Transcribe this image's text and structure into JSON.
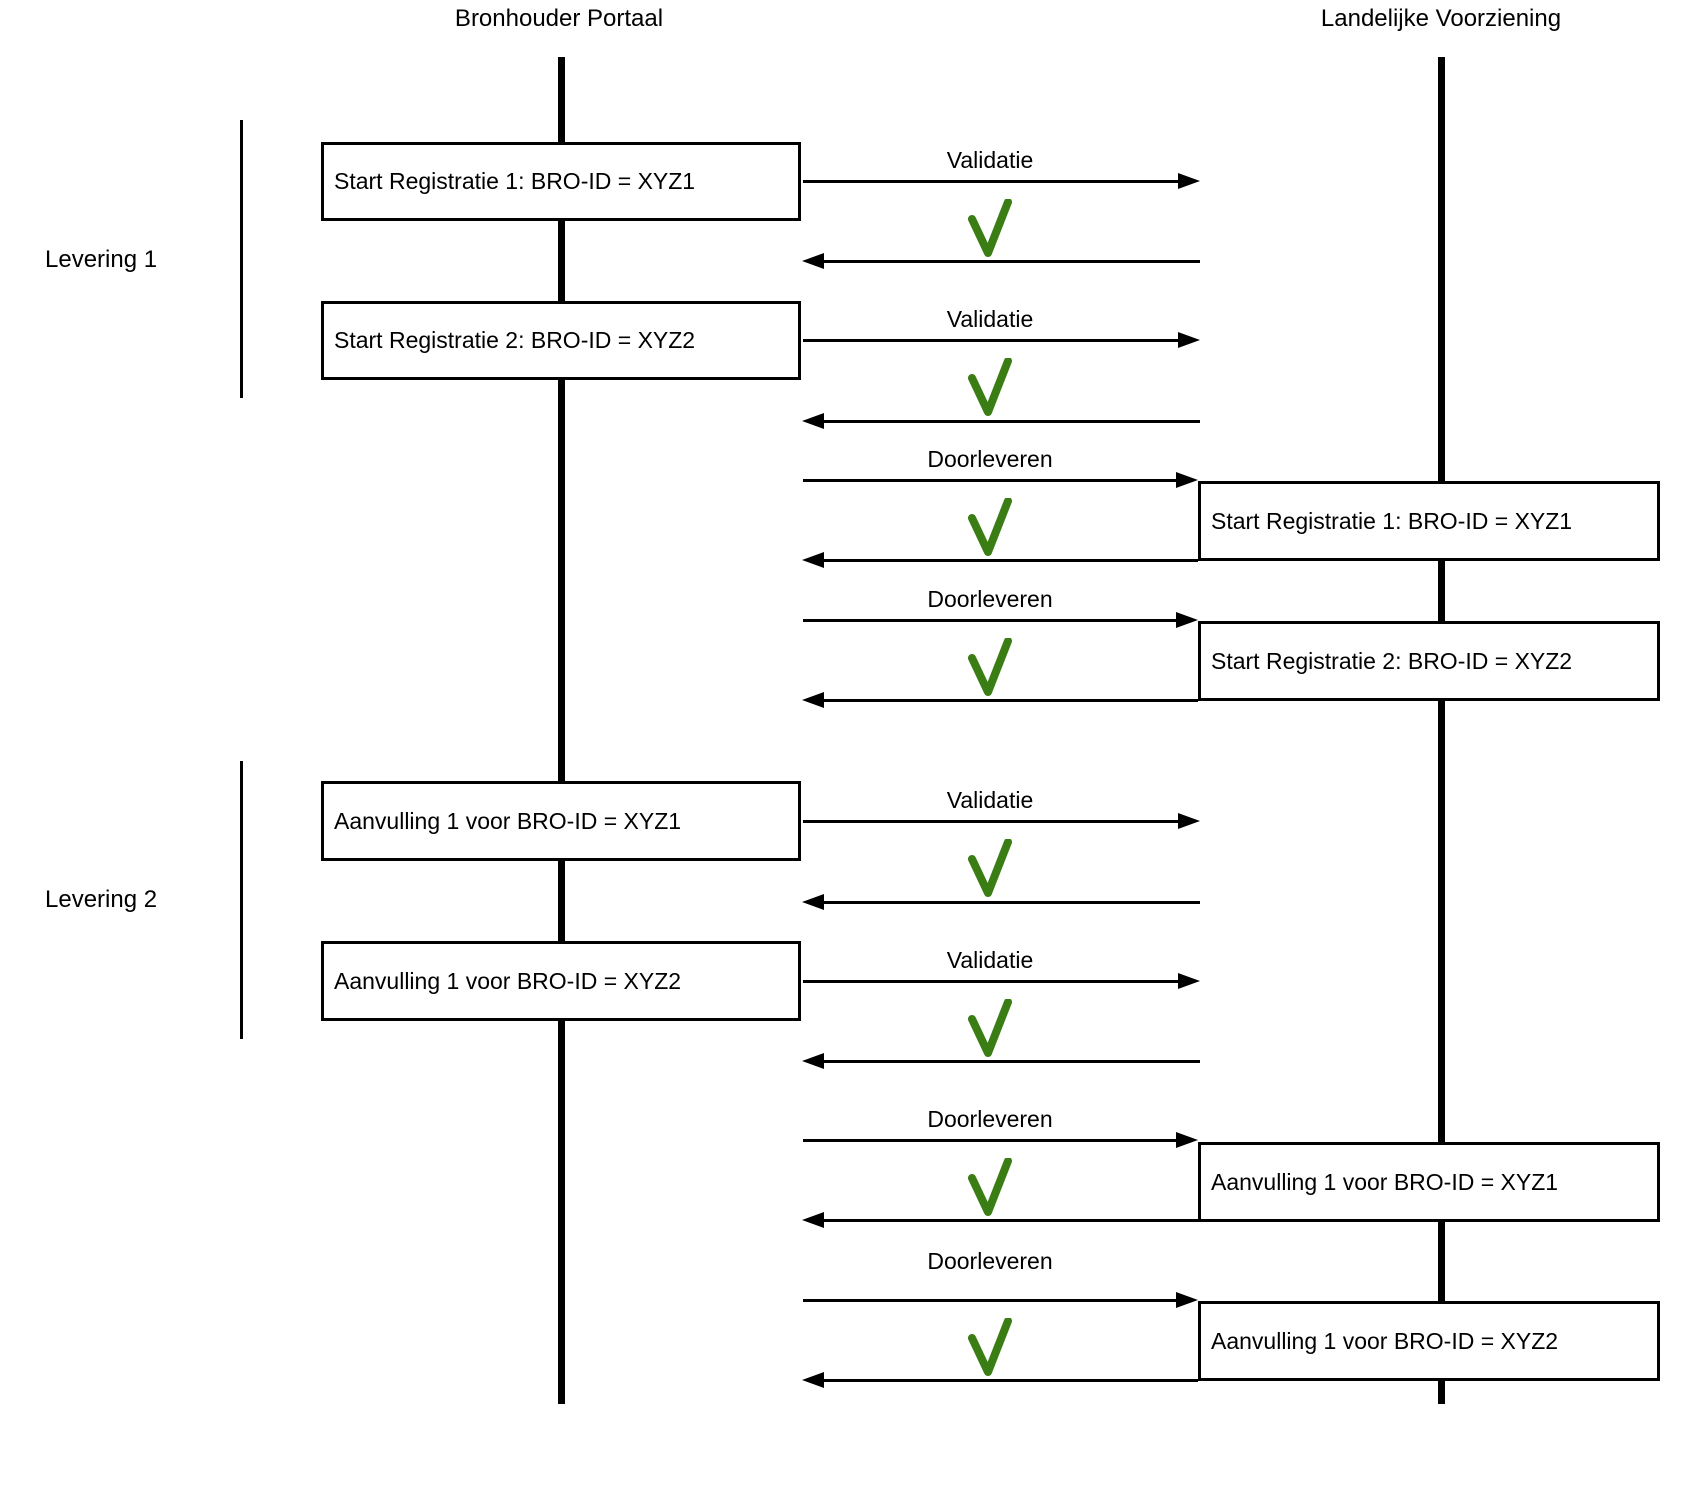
{
  "diagram": {
    "lanes": [
      {
        "title": "Bronhouder Portaal"
      },
      {
        "title": "Landelijke Voorziening"
      }
    ],
    "groups": [
      {
        "label": "Levering 1"
      },
      {
        "label": "Levering 2"
      }
    ],
    "left_boxes": [
      {
        "label": "Start Registratie 1: BRO-ID = XYZ1"
      },
      {
        "label": "Start Registratie 2: BRO-ID = XYZ2"
      },
      {
        "label": "Aanvulling 1 voor BRO-ID = XYZ1"
      },
      {
        "label": "Aanvulling 1 voor BRO-ID = XYZ2"
      }
    ],
    "right_boxes": [
      {
        "label": "Start Registratie 1: BRO-ID = XYZ1"
      },
      {
        "label": "Start Registratie 2: BRO-ID = XYZ2"
      },
      {
        "label": "Aanvulling 1 voor BRO-ID = XYZ1"
      },
      {
        "label": "Aanvulling 1 voor BRO-ID = XYZ2"
      }
    ],
    "messages": [
      {
        "label": "Validatie",
        "result_icon": "check"
      },
      {
        "label": "Validatie",
        "result_icon": "check"
      },
      {
        "label": "Doorleveren",
        "result_icon": "check"
      },
      {
        "label": "Doorleveren",
        "result_icon": "check"
      },
      {
        "label": "Validatie",
        "result_icon": "check"
      },
      {
        "label": "Validatie",
        "result_icon": "check"
      },
      {
        "label": "Doorleveren",
        "result_icon": "check"
      },
      {
        "label": "Doorleveren",
        "result_icon": "check"
      }
    ],
    "colors": {
      "check_green": "#3a7d14",
      "line": "#000000",
      "background": "#ffffff"
    }
  }
}
